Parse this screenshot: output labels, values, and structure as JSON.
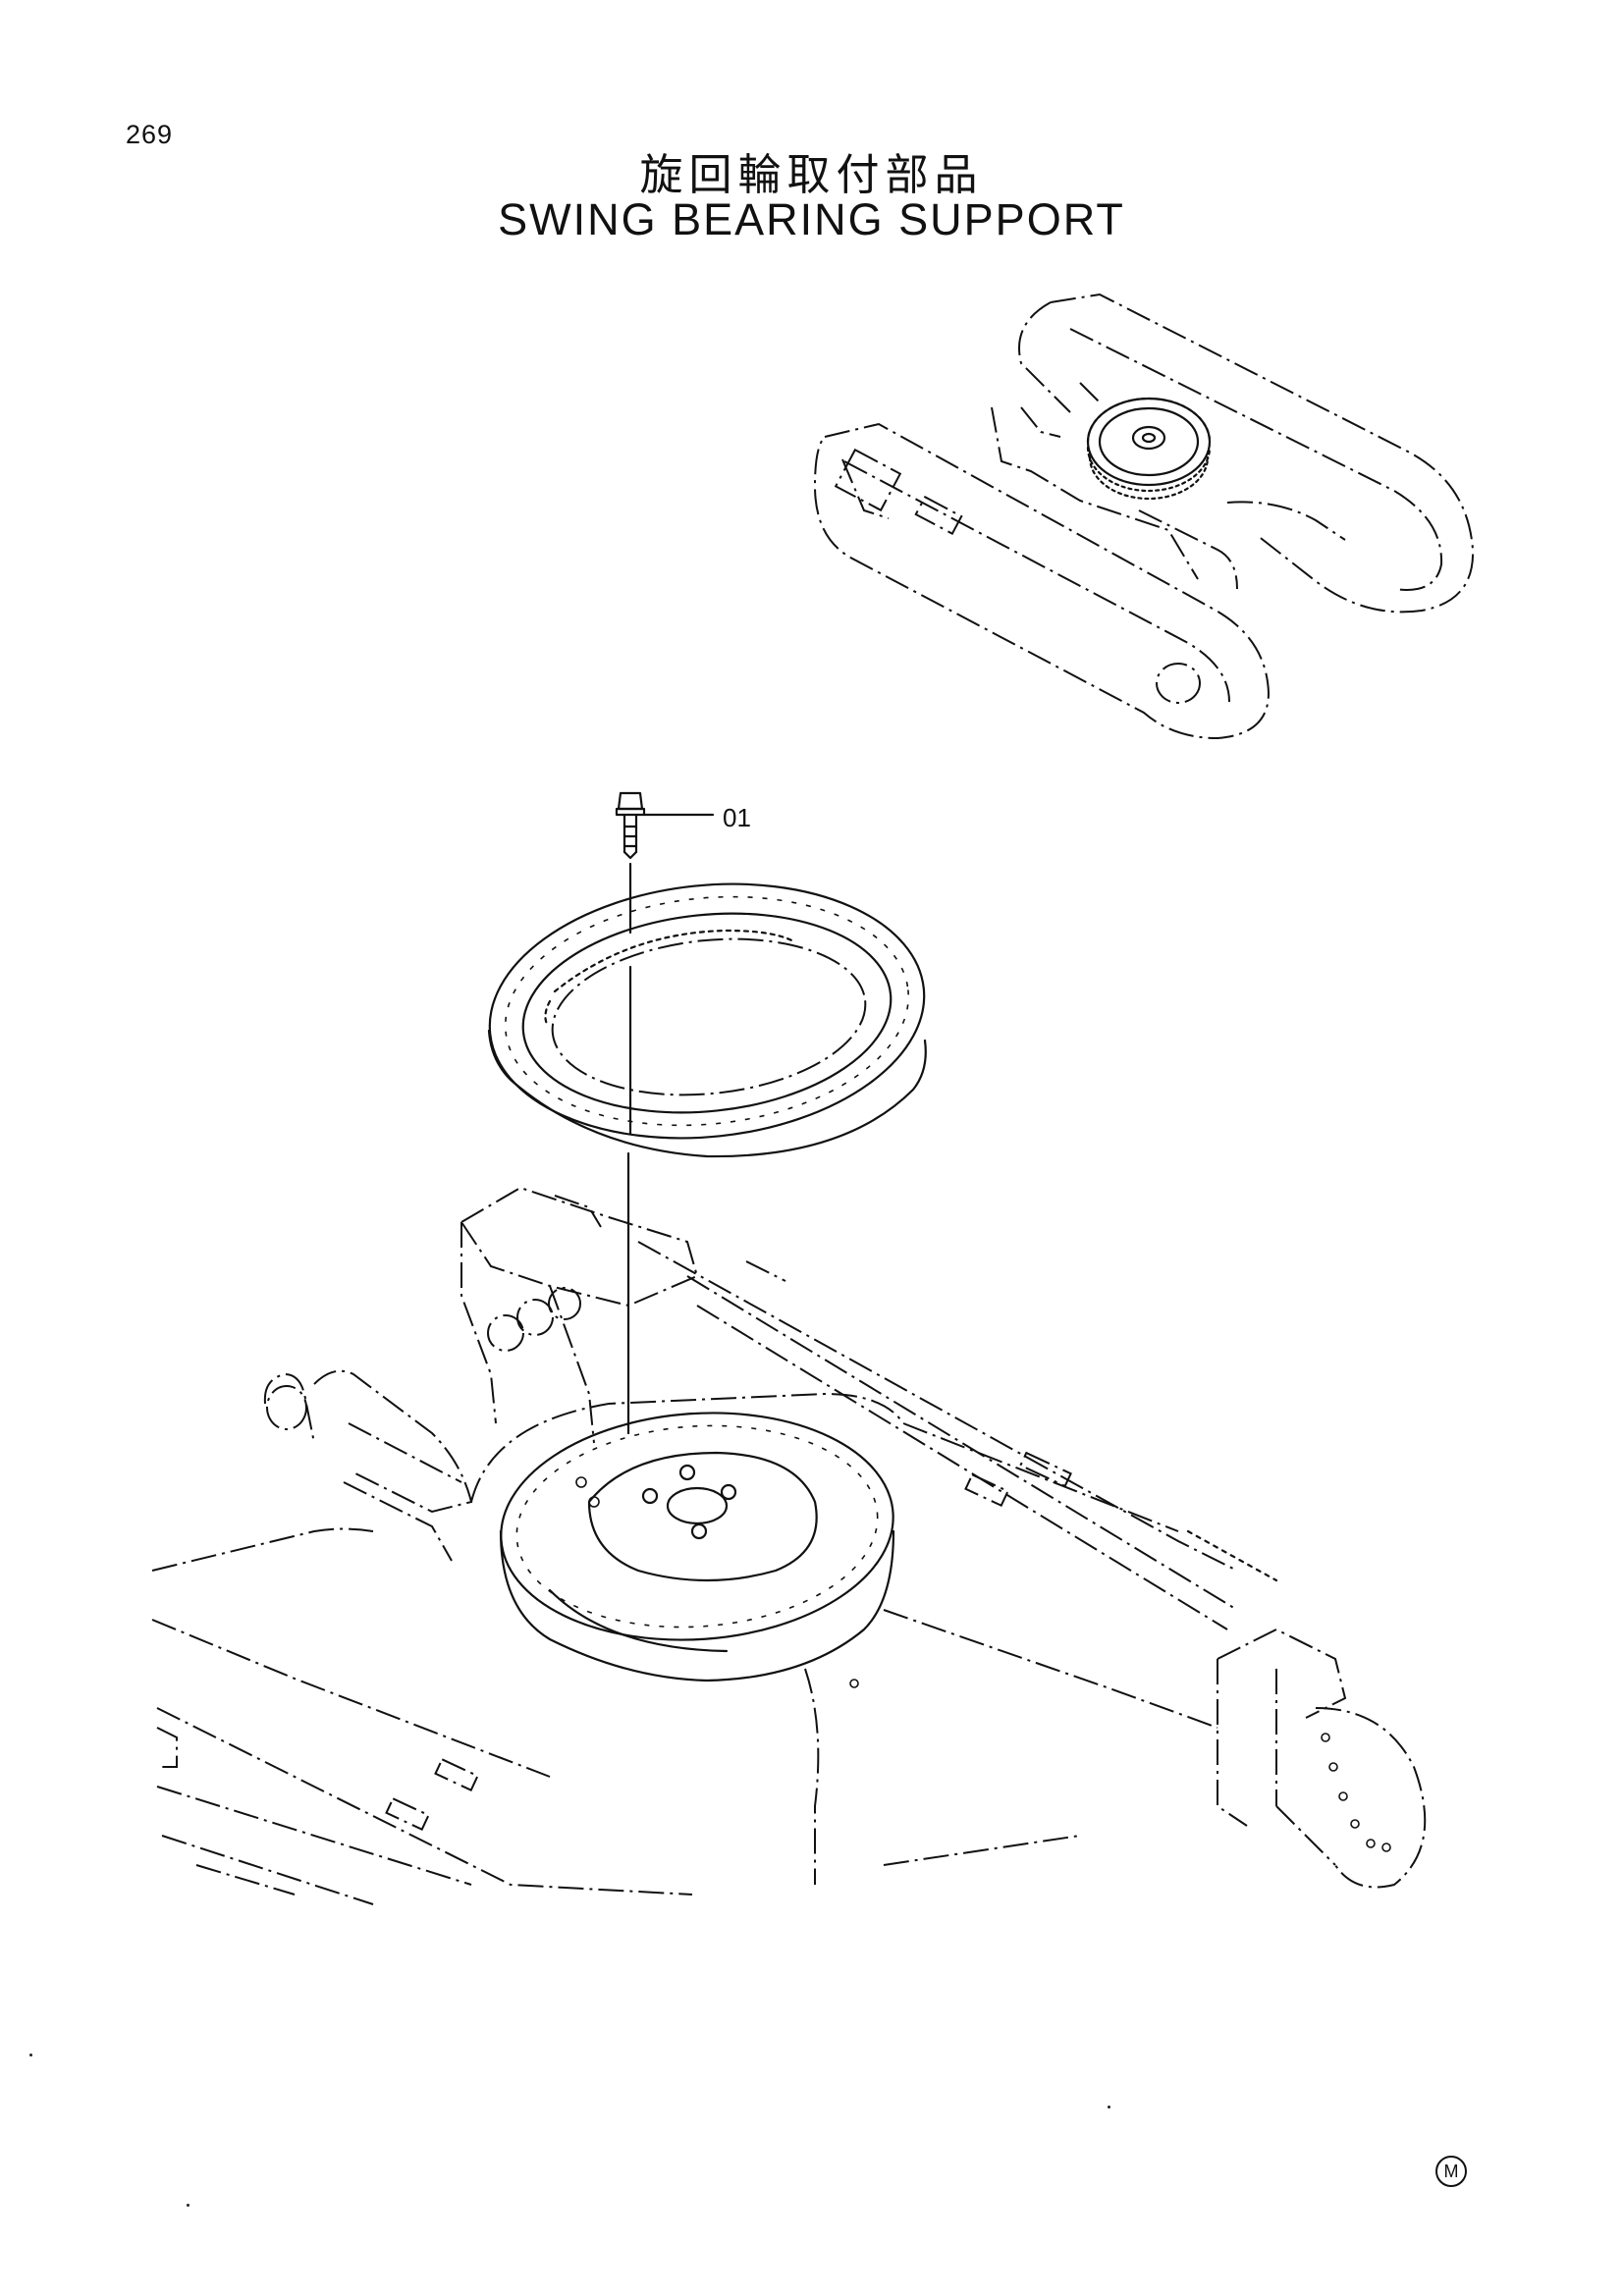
{
  "page": {
    "page_number": "269",
    "title_jp": "旋回輪取付部品",
    "title_en": "SWING BEARING SUPPORT",
    "corner_mark": "M"
  },
  "callouts": [
    {
      "label": "01",
      "part": "bolt"
    }
  ],
  "icons": {
    "corner_mark": "circled-letter-icon"
  }
}
